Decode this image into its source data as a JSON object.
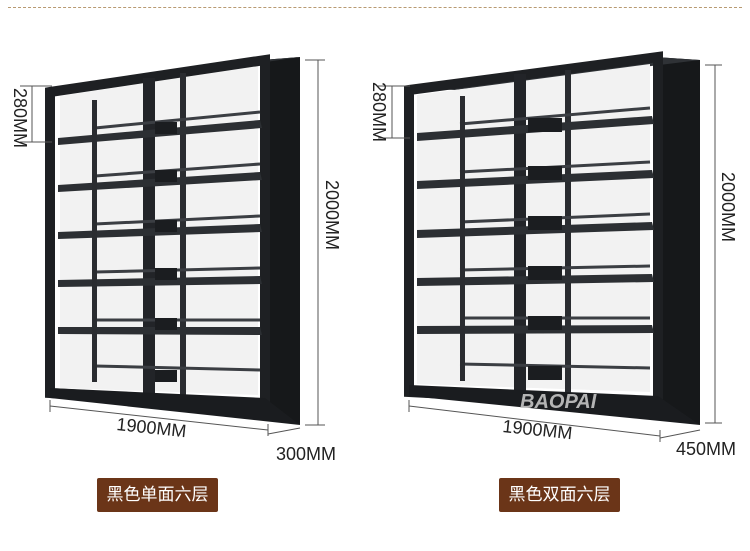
{
  "left_product": {
    "height_label": "280MM",
    "total_height_label": "2000MM",
    "width_label": "1900MM",
    "depth_label": "300MM",
    "caption": "黑色单面六层"
  },
  "right_product": {
    "height_label": "280MM",
    "total_height_label": "2000MM",
    "width_label": "1900MM",
    "depth_label": "450MM",
    "caption": "黑色双面六层",
    "brand": "BAOPAI"
  },
  "colors": {
    "frame": "#1d1f22",
    "shelf": "#2b2e32",
    "caption_bg": "#6b3518",
    "divider": "#b89a72"
  }
}
